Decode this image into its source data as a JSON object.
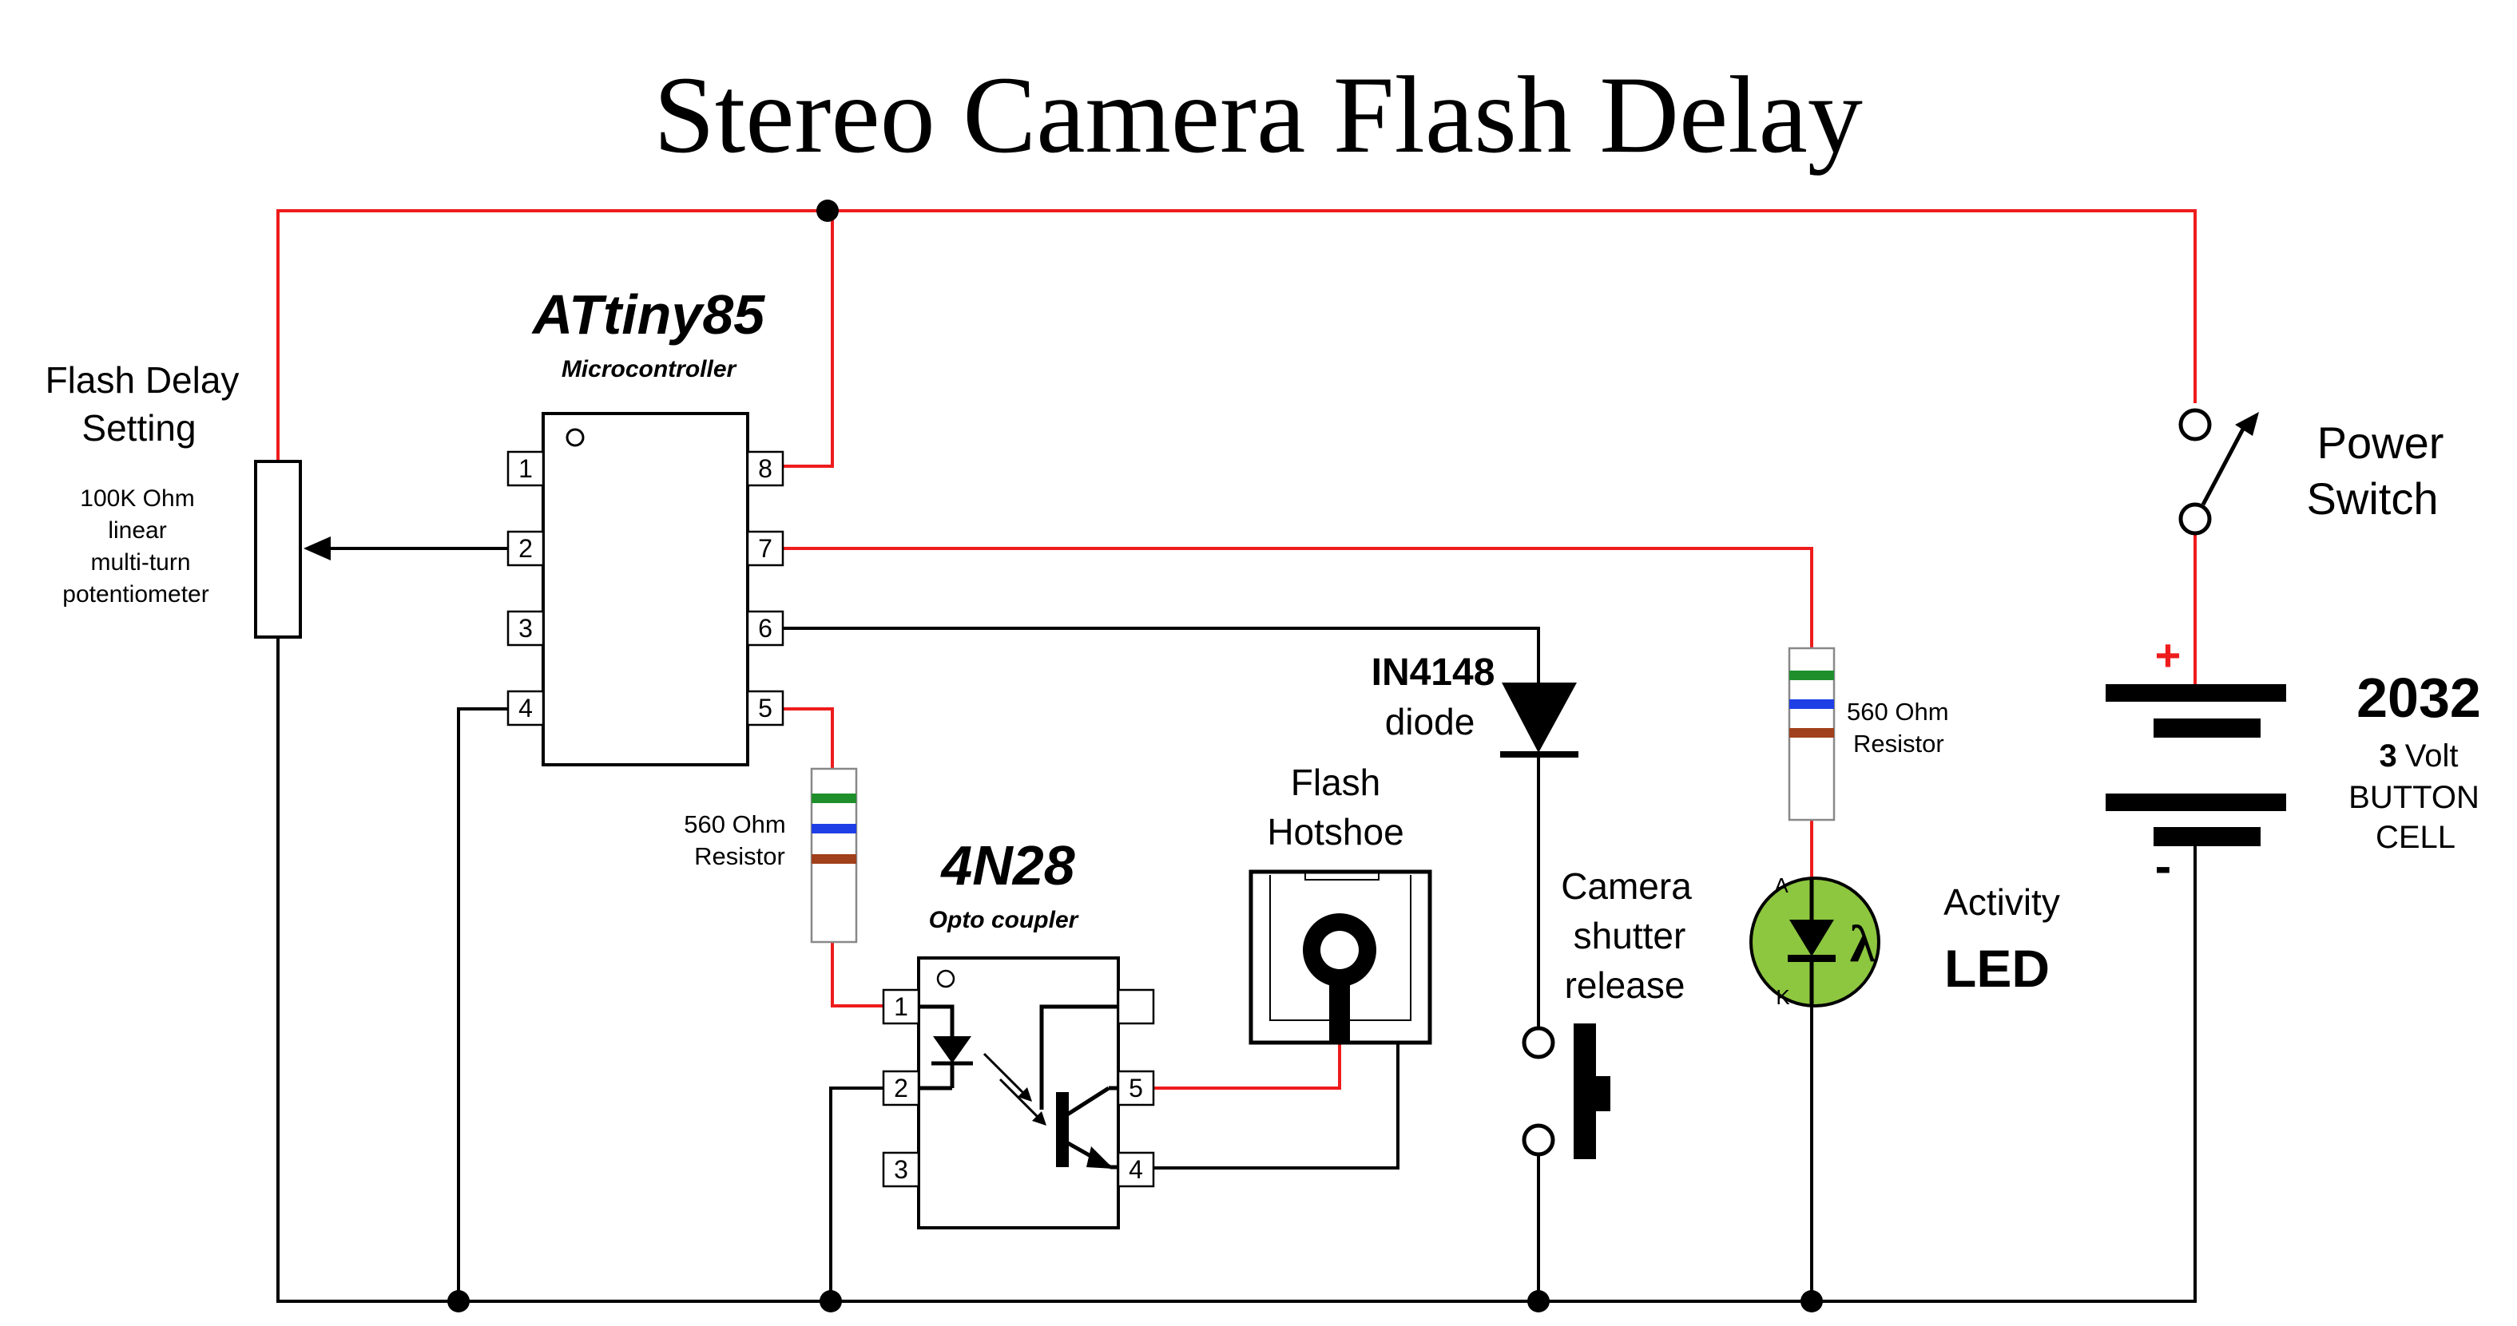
{
  "title": "Stereo Camera Flash Delay",
  "colors": {
    "power_wire": "#ee1c1c",
    "ground_wire": "#000000",
    "led_body": "#8dc63f",
    "band_green": "#1f8f2c",
    "band_blue": "#1f3fe6",
    "band_brown": "#a0401c",
    "plus_sign": "#ee1c1c"
  },
  "potentiometer": {
    "label_line1": "Flash Delay",
    "label_line2": "Setting",
    "spec_line1": "100K Ohm",
    "spec_line2": "linear",
    "spec_line3": "multi-turn",
    "spec_line4": "potentiometer"
  },
  "microcontroller": {
    "name": "ATtiny85",
    "subtitle": "Microcontroller",
    "left_pins": [
      "1",
      "2",
      "3",
      "4"
    ],
    "right_pins": [
      "8",
      "7",
      "6",
      "5"
    ]
  },
  "resistor_opto": {
    "line1": "560 Ohm",
    "line2": "Resistor"
  },
  "resistor_led": {
    "line1": "560 Ohm",
    "line2": "Resistor"
  },
  "optocoupler": {
    "name": "4N28",
    "subtitle": "Opto coupler",
    "left_pins": [
      "1",
      "2",
      "3"
    ],
    "right_pins": [
      "5",
      "4"
    ]
  },
  "hotshoe": {
    "line1": "Flash",
    "line2": "Hotshoe"
  },
  "diode": {
    "line1": "IN4148",
    "line2": "diode"
  },
  "shutter": {
    "line1": "Camera",
    "line2": "shutter",
    "line3": "release"
  },
  "led": {
    "line1": "Activity",
    "line2": "LED",
    "anode": "A",
    "cathode": "K",
    "symbol": "λ"
  },
  "power_switch": {
    "line1": "Power",
    "line2": "Switch"
  },
  "battery": {
    "model": "2032",
    "volt_number": "3",
    "volt_unit": "Volt",
    "line2": "BUTTON",
    "line3": "CELL",
    "plus": "+",
    "minus": "-"
  }
}
